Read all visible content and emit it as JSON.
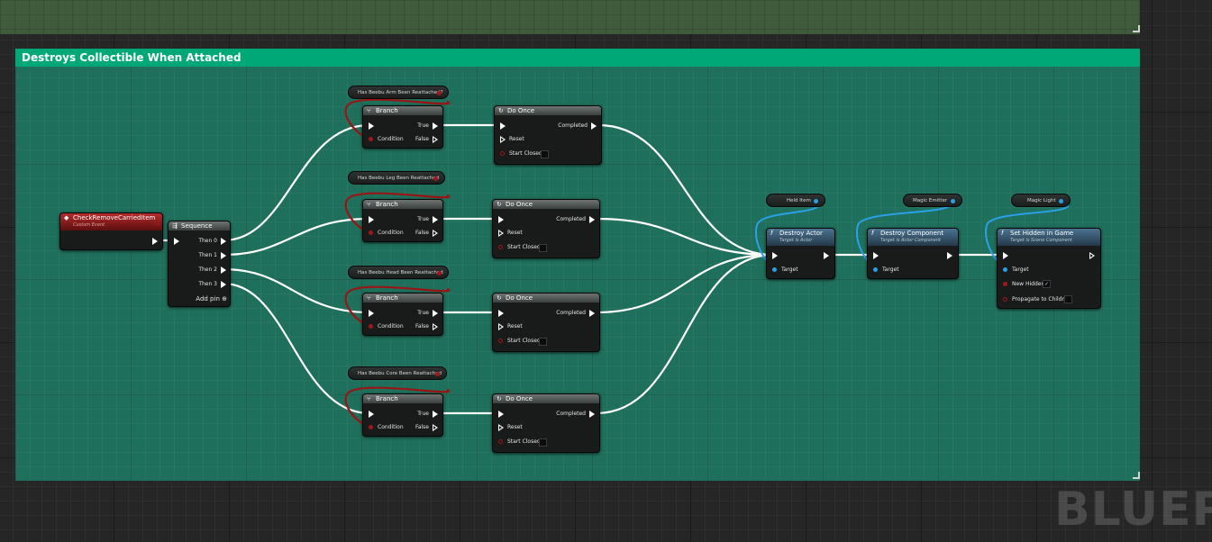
{
  "comment": {
    "title": "Destroys Collectible When Attached",
    "color": "#00a878"
  },
  "event_node": {
    "title": "CheckRemoveCarriedItem",
    "subtitle": "Custom Event"
  },
  "sequence": {
    "title": "Sequence",
    "pins": [
      "Then 0",
      "Then 1",
      "Then 2",
      "Then 3"
    ],
    "add_pin": "Add pin"
  },
  "getters": {
    "arm": "Has Beebu Arm Been Reattached?",
    "leg": "Has Beebu Leg Been Reattached",
    "head": "Has Beebu Head Been Reattached",
    "core": "Has Beebu Core Been Reattached",
    "held_item": "Held Item",
    "magic_emitter": "Magic Emitter",
    "magic_light": "Magic Light"
  },
  "branch": {
    "title": "Branch",
    "true_label": "True",
    "false_label": "False",
    "condition_label": "Condition"
  },
  "do_once": {
    "title": "Do Once",
    "completed_label": "Completed",
    "reset_label": "Reset",
    "start_closed_label": "Start Closed"
  },
  "destroy_actor": {
    "title": "Destroy Actor",
    "subtitle": "Target is Actor",
    "target_label": "Target"
  },
  "destroy_component": {
    "title": "Destroy Component",
    "subtitle": "Target is Actor Component",
    "target_label": "Target"
  },
  "set_hidden": {
    "title": "Set Hidden in Game",
    "subtitle": "Target is Scene Component",
    "target_label": "Target",
    "new_hidden_label": "New Hidden",
    "new_hidden_checked": true,
    "propagate_label": "Propagate to Children",
    "propagate_checked": false
  },
  "watermark": "BLUEPI",
  "icons": {
    "event": "event-diamond-icon",
    "sequence": "sequence-icon",
    "branch": "branch-icon",
    "do_once": "do-once-icon",
    "function": "function-icon"
  },
  "colors": {
    "exec": "#ffffff",
    "bool": "#a01818",
    "object": "#2aa0e6",
    "comment_bg": "#1e6f5c"
  }
}
